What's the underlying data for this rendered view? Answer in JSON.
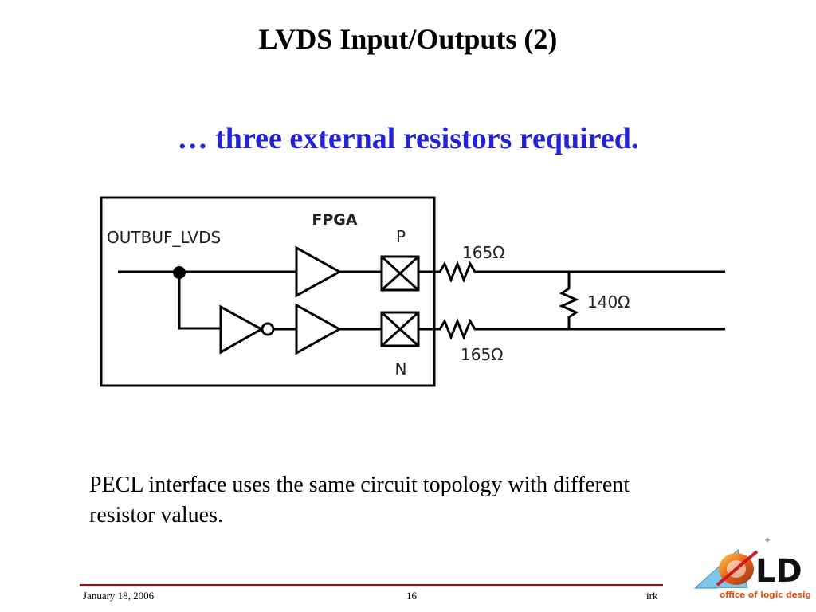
{
  "slide": {
    "title": "LVDS Input/Outputs (2)",
    "subtitle": "… three external resistors required.",
    "note": "PECL interface uses the same circuit topology with different resistor values."
  },
  "colors": {
    "subtitle": "#2323d6",
    "footer_rule": "#c0000a",
    "wire": "#000000"
  },
  "diagram": {
    "block_label": "FPGA",
    "buffer_label": "OUTBUF_LVDS",
    "pin_p": "P",
    "pin_n": "N",
    "series_resistor_top": "165Ω",
    "series_resistor_bottom": "165Ω",
    "termination_resistor": "140Ω"
  },
  "footer": {
    "date": "January 18, 2006",
    "page": "16",
    "author": "irk"
  },
  "logo": {
    "mark": "OLD",
    "caption": "office of logic design"
  }
}
